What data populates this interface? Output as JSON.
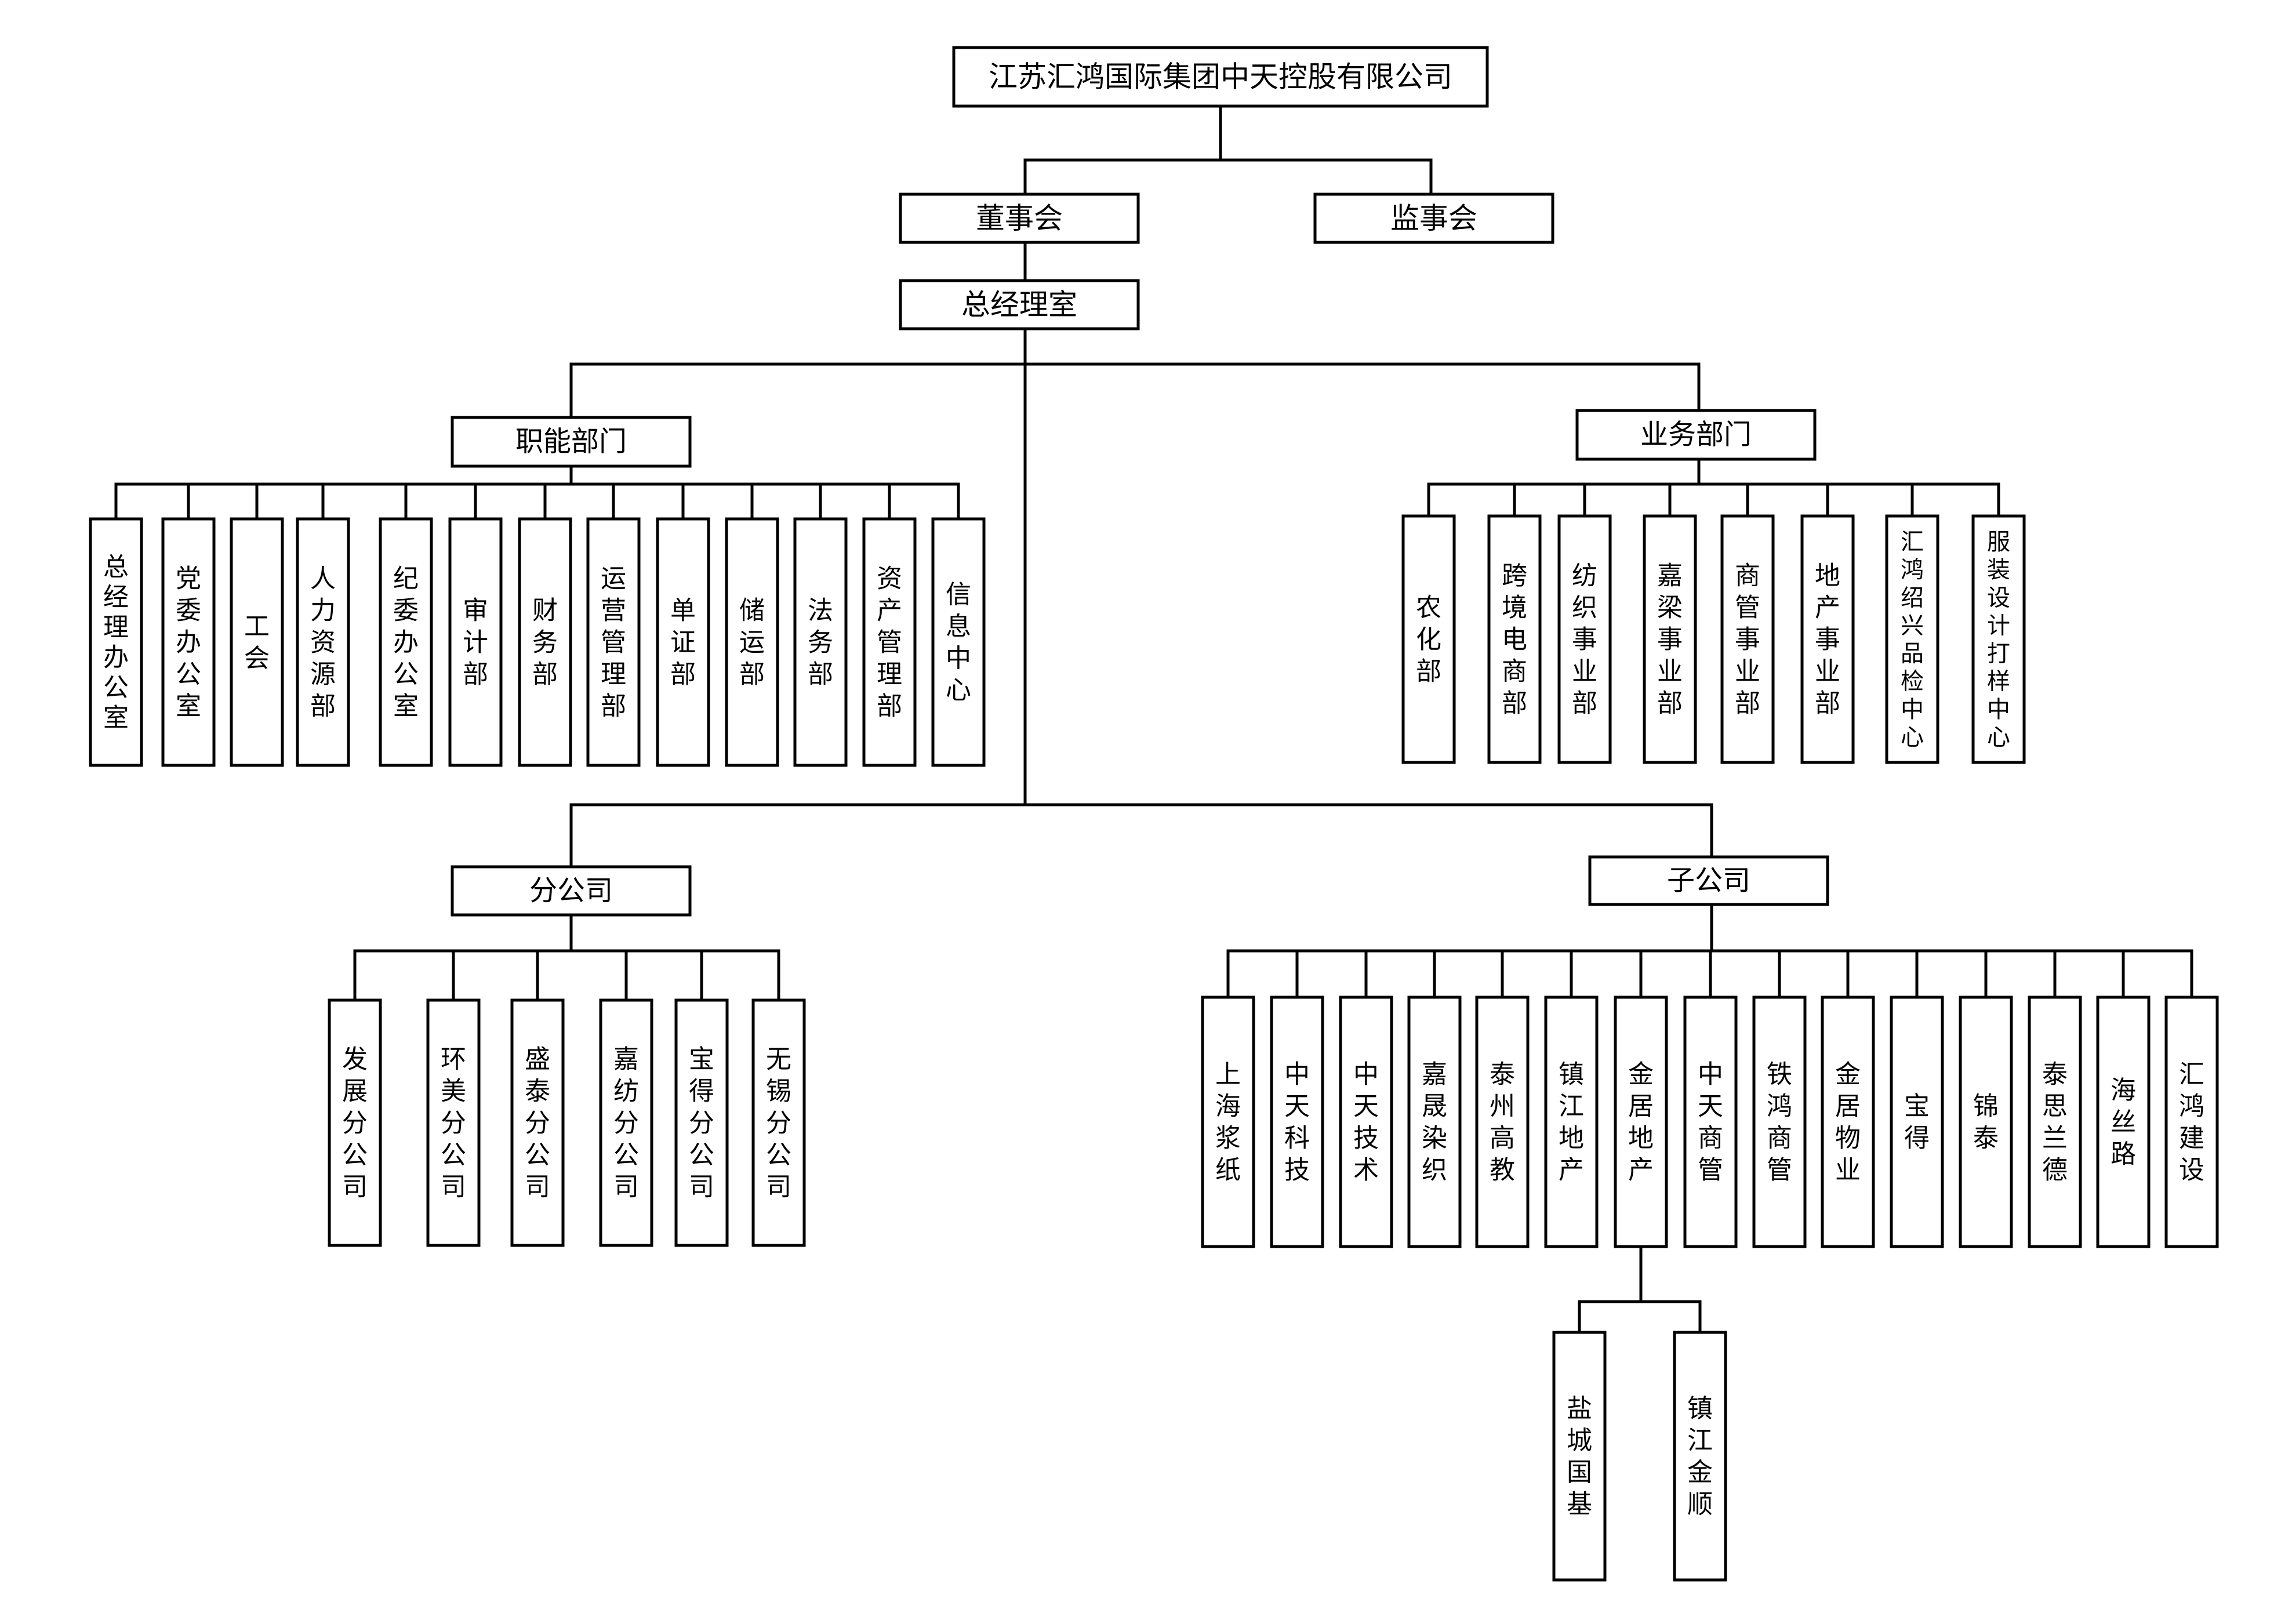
{
  "org_chart": {
    "root": "江苏汇鸿国际集团中天控股有限公司",
    "board": "董事会",
    "supervisory_board": "监事会",
    "general_manager_office": "总经理室",
    "functional_departments": {
      "title": "职能部门",
      "items": [
        "总经理办公室",
        "党委办公室",
        "工会",
        "人力资源部",
        "纪委办公室",
        "审计部",
        "财务部",
        "运营管理部",
        "单证部",
        "储运部",
        "法务部",
        "资产管理部",
        "信息中心"
      ]
    },
    "business_departments": {
      "title": "业务部门",
      "items": [
        "农化部",
        "跨境电商部",
        "纺织事业部",
        "嘉梁事业部",
        "商管事业部",
        "地产事业部",
        "汇鸿绍兴品检中心",
        "服装设计打样中心"
      ]
    },
    "branches": {
      "title": "分公司",
      "items": [
        "发展分公司",
        "环美分公司",
        "盛泰分公司",
        "嘉纺分公司",
        "宝得分公司",
        "无锡分公司"
      ]
    },
    "subsidiaries": {
      "title": "子公司",
      "items": [
        "上海浆纸",
        "中天科技",
        "中天技术",
        "嘉晟染织",
        "泰州高教",
        "镇江地产",
        "金居地产",
        "中天商管",
        "铁鸿商管",
        "金居物业",
        "宝得",
        "锦泰",
        "泰思兰德",
        "海丝路",
        "汇鸿建设"
      ],
      "jinju_subsidiaries": [
        "盐城国基",
        "镇江金顺"
      ]
    }
  }
}
